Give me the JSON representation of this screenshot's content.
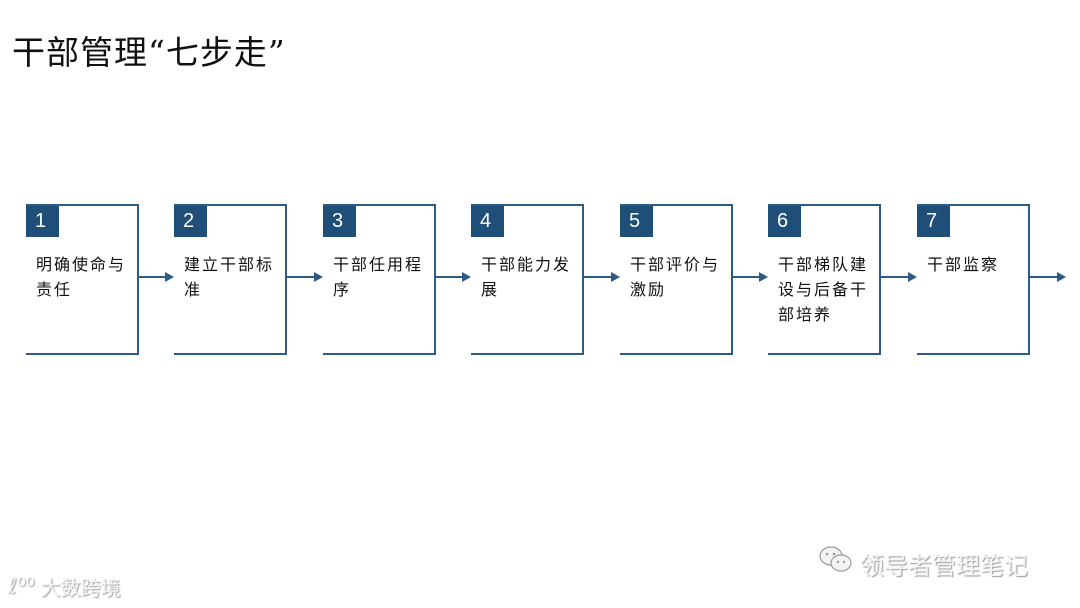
{
  "title": "干部管理“七步走”",
  "colors": {
    "line": "#2e5a86",
    "badge": "#1f4e79"
  },
  "steps": [
    {
      "number": "1",
      "label": "明确使命与责任"
    },
    {
      "number": "2",
      "label": "建立干部标准"
    },
    {
      "number": "3",
      "label": "干部任用程序"
    },
    {
      "number": "4",
      "label": "干部能力发展"
    },
    {
      "number": "5",
      "label": "干部评价与激励"
    },
    {
      "number": "6",
      "label": "干部梯队建设与后备干部培养"
    },
    {
      "number": "7",
      "label": "干部监察"
    }
  ],
  "watermarks": {
    "right": {
      "icon": "wechat-icon",
      "text": "领导者管理笔记"
    },
    "left": {
      "icon": "logo-icon",
      "logo_text": "ℓ⁰⁰",
      "text": "大数跨境"
    }
  }
}
